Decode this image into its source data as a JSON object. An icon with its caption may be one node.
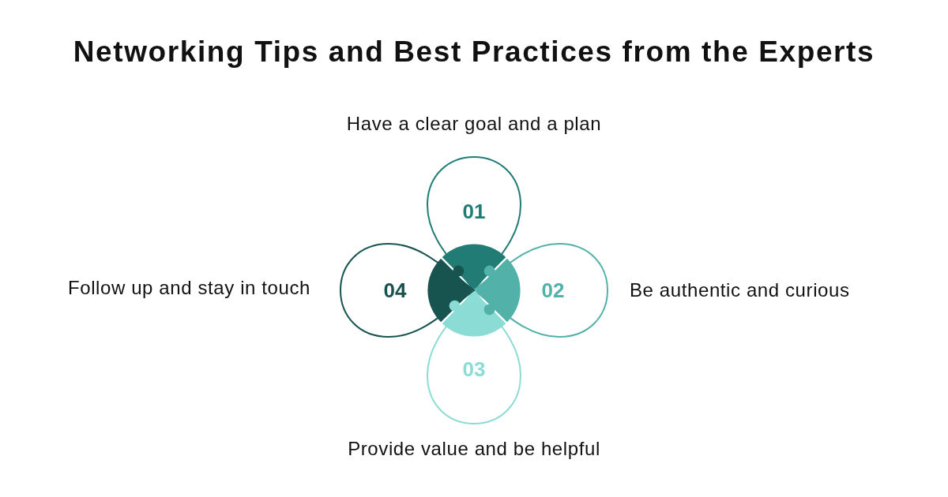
{
  "diagram": {
    "title": "Networking Tips and Best Practices from the Experts",
    "nodes": [
      {
        "text": [
          "01"
        ],
        "beside": [
          "Have a clear goal and a plan"
        ]
      },
      {
        "text": [
          "02"
        ],
        "beside": [
          "Be authentic and curious"
        ]
      },
      {
        "text": [
          "03"
        ],
        "beside": [
          "Provide value and be helpful"
        ]
      },
      {
        "text": [
          "04"
        ],
        "beside": [
          "Follow up and stay in touch"
        ]
      }
    ]
  }
}
